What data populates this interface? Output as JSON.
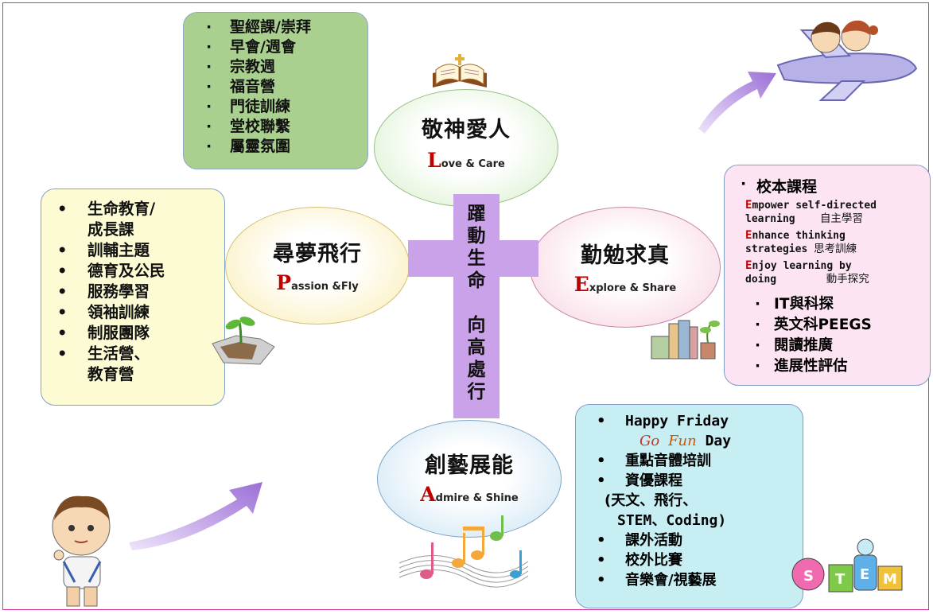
{
  "center_cross": [
    "躍",
    "動",
    "生",
    "命",
    "",
    "向",
    "高",
    "處",
    "行"
  ],
  "love": {
    "title": "敬神愛人",
    "cap": "L",
    "rest": "ove & Care",
    "items": [
      "聖經課/崇拜",
      "早會/週會",
      "宗教週",
      "福音營",
      "門徒訓練",
      "堂校聯繫",
      "屬靈氛圍"
    ],
    "colors": {
      "fill": "#e2f4dc",
      "box": "#a9d08e"
    }
  },
  "passion": {
    "title": "尋夢飛行",
    "cap": "P",
    "rest": "assion &Fly",
    "items": [
      "生命教育/",
      "成長課",
      "訓輔主題",
      "德育及公民",
      "服務學習",
      "領袖訓練",
      "制服團隊",
      "生活營、",
      "教育營"
    ],
    "colors": {
      "fill": "#fbf3c8",
      "box": "#fdfbd3"
    }
  },
  "explore": {
    "title": "勤勉求真",
    "cap": "E",
    "rest": "xplore & Share",
    "heading": "校本課程",
    "english_lines": [
      {
        "cap": "E",
        "rest": "mpower self-directed"
      },
      {
        "cap": "",
        "rest": " learning",
        "zh": "自主學習"
      },
      {
        "cap": "E",
        "rest": "nhance thinking"
      },
      {
        "cap": "",
        "rest": " strategies",
        "zh": "思考訓練"
      },
      {
        "cap": "E",
        "rest": "njoy learning by"
      },
      {
        "cap": "",
        "rest": " doing",
        "zh": "動手探究"
      }
    ],
    "items": [
      "IT與科探",
      "英文科PEEGS",
      "閱讀推廣",
      "進展性評估"
    ],
    "colors": {
      "fill": "#fbe4ee",
      "box": "#fde4f2"
    }
  },
  "admire": {
    "title": "創藝展能",
    "cap": "A",
    "rest": "dmire & Shine",
    "happy": "Happy Friday",
    "go": "Go",
    "fun": "Fun",
    "day": "Day",
    "items": [
      "重點音體培訓",
      "資優課程",
      "(天文、飛行、",
      "STEM、Coding)",
      "課外活動",
      "校外比賽",
      "音樂會/視藝展"
    ],
    "colors": {
      "fill": "#d7eef8",
      "box": "#c7eef2"
    }
  },
  "colors": {
    "accent_red": "#c00000",
    "cross": "#c9a2e9",
    "frame": "#d6339a",
    "arrow": "#a57bd8"
  },
  "icons": [
    "bible-icon",
    "plant-icon",
    "books-icon",
    "music-notes-icon",
    "boy-icon",
    "kids-plane-icon",
    "stem-robots-icon",
    "arrow-icon"
  ]
}
